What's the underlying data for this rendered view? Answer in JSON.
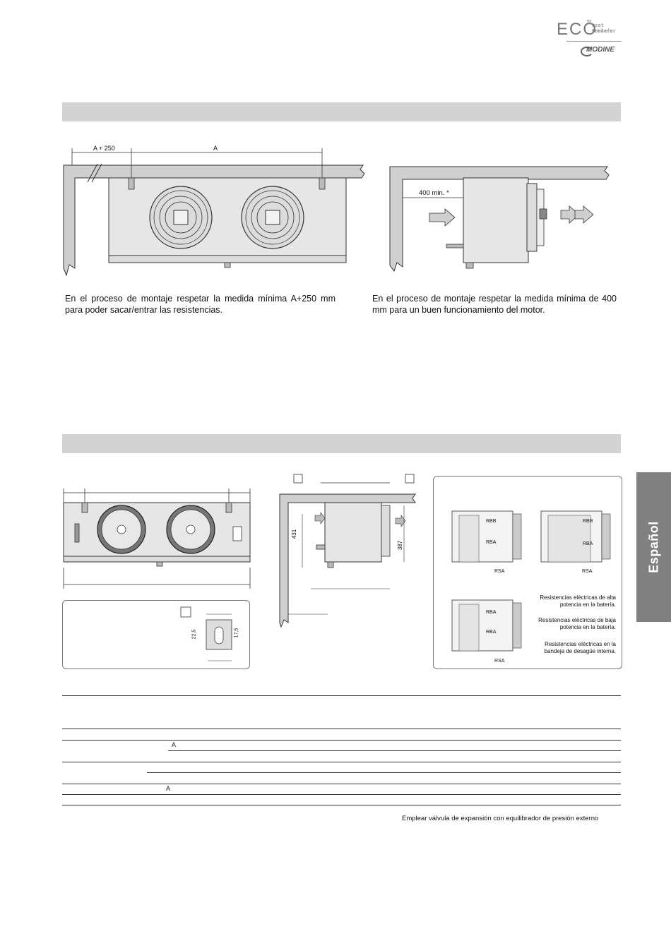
{
  "brand": {
    "eco": "ECO",
    "tm": "TM",
    "tagline_line1": "heat transfer",
    "tagline_line2": "coolers",
    "company": "MODINE"
  },
  "side_tab": {
    "label": "Español"
  },
  "install": {
    "left_diagram": {
      "dim_a250": "A + 250",
      "dim_a": "A"
    },
    "right_diagram": {
      "dim_400": "400 min. *"
    },
    "left_text": "En el proceso de montaje respetar la medida mínima A+250 mm para poder sacar/entrar las resistencias.",
    "right_text": "En el proceso de montaje respetar la medida mínima de 400 mm para un buen funcionamiento del motor."
  },
  "dimensions": {
    "side_431": "431",
    "side_387": "387",
    "bracket_225": "22,5",
    "bracket_175": "17,5"
  },
  "heaters": {
    "rbb": "RBB",
    "rba": "RBA",
    "rsa": "RSA",
    "legend_rbb": "Resistencias eléctricas de alta potencia en la batería.",
    "legend_rba": "Resistencias eléctricas de baja potencia en la batería.",
    "legend_rsa": "Resistencias eléctricas en la bandeja de desagüe interna."
  },
  "table": {
    "letter_row1": "A",
    "letter_row2": "A",
    "footnote": "Emplear válvula de expansión con equilibrador de presión externo"
  }
}
